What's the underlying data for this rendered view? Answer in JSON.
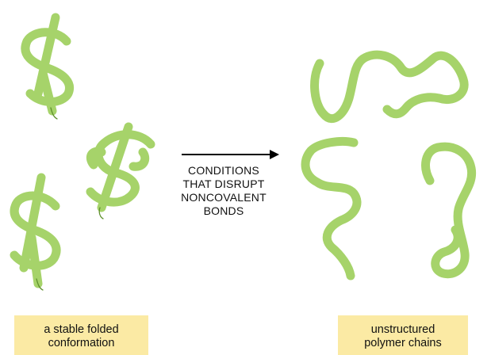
{
  "process": {
    "condition_lines": [
      "CONDITIONS",
      "THAT DISRUPT",
      "NONCOVALENT",
      "BONDS"
    ]
  },
  "captions": {
    "folded": [
      "a stable folded",
      "conformation"
    ],
    "unfolded": [
      "unstructured",
      "polymer chains"
    ]
  },
  "colors": {
    "chain_fill": "#a6d36a",
    "chain_edge": "#5e8f2c",
    "caption_background": "#fbeaa4",
    "arrow": "#000000"
  }
}
